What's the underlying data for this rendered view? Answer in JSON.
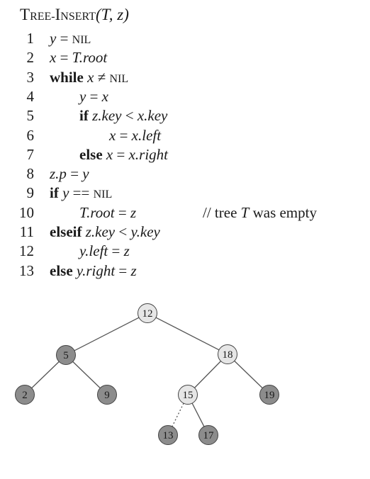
{
  "procedure": {
    "name_first": "T",
    "name_rest1": "REE-",
    "name_I": "I",
    "name_rest2": "NSERT",
    "params": "(T, z)"
  },
  "lines": [
    {
      "num": "1",
      "indent": 0,
      "tokens": [
        {
          "t": "y",
          "s": "it"
        },
        {
          "t": " = ",
          "s": "op"
        },
        {
          "t": "NIL",
          "s": "sc"
        }
      ]
    },
    {
      "num": "2",
      "indent": 0,
      "tokens": [
        {
          "t": "x",
          "s": "it"
        },
        {
          "t": " = ",
          "s": "op"
        },
        {
          "t": "T.root",
          "s": "it"
        }
      ]
    },
    {
      "num": "3",
      "indent": 0,
      "tokens": [
        {
          "t": "while ",
          "s": "kw"
        },
        {
          "t": "x",
          "s": "it"
        },
        {
          "t": " ≠ ",
          "s": "op"
        },
        {
          "t": "NIL",
          "s": "sc"
        }
      ]
    },
    {
      "num": "4",
      "indent": 1,
      "tokens": [
        {
          "t": "y",
          "s": "it"
        },
        {
          "t": " = ",
          "s": "op"
        },
        {
          "t": "x",
          "s": "it"
        }
      ]
    },
    {
      "num": "5",
      "indent": 1,
      "tokens": [
        {
          "t": "if ",
          "s": "kw"
        },
        {
          "t": "z.key",
          "s": "it"
        },
        {
          "t": " < ",
          "s": "op"
        },
        {
          "t": "x.key",
          "s": "it"
        }
      ]
    },
    {
      "num": "6",
      "indent": 2,
      "tokens": [
        {
          "t": "x",
          "s": "it"
        },
        {
          "t": " = ",
          "s": "op"
        },
        {
          "t": "x.left",
          "s": "it"
        }
      ]
    },
    {
      "num": "7",
      "indent": 1,
      "tokens": [
        {
          "t": "else ",
          "s": "kw"
        },
        {
          "t": "x",
          "s": "it"
        },
        {
          "t": " = ",
          "s": "op"
        },
        {
          "t": "x.right",
          "s": "it"
        }
      ]
    },
    {
      "num": "8",
      "indent": 0,
      "tokens": [
        {
          "t": "z.p",
          "s": "it"
        },
        {
          "t": " = ",
          "s": "op"
        },
        {
          "t": "y",
          "s": "it"
        }
      ]
    },
    {
      "num": "9",
      "indent": 0,
      "tokens": [
        {
          "t": "if ",
          "s": "kw"
        },
        {
          "t": "y",
          "s": "it"
        },
        {
          "t": " == ",
          "s": "op"
        },
        {
          "t": "NIL",
          "s": "sc"
        }
      ]
    },
    {
      "num": "10",
      "indent": 1,
      "tokens": [
        {
          "t": "T.root",
          "s": "it"
        },
        {
          "t": " = ",
          "s": "op"
        },
        {
          "t": "z",
          "s": "it"
        }
      ],
      "comment": {
        "prefix": "// tree ",
        "var": "T",
        "suffix": " was empty"
      }
    },
    {
      "num": "11",
      "indent": 0,
      "tokens": [
        {
          "t": "elseif ",
          "s": "kw"
        },
        {
          "t": "z.key",
          "s": "it"
        },
        {
          "t": " < ",
          "s": "op"
        },
        {
          "t": "y.key",
          "s": "it"
        }
      ]
    },
    {
      "num": "12",
      "indent": 1,
      "tokens": [
        {
          "t": "y.left",
          "s": "it"
        },
        {
          "t": " = ",
          "s": "op"
        },
        {
          "t": "z",
          "s": "it"
        }
      ]
    },
    {
      "num": "13",
      "indent": 0,
      "tokens": [
        {
          "t": "else ",
          "s": "kw"
        },
        {
          "t": "y.right",
          "s": "it"
        },
        {
          "t": " = ",
          "s": "op"
        },
        {
          "t": "z",
          "s": "it"
        }
      ]
    }
  ],
  "tree": {
    "colors": {
      "dark_node": "#8c8c8c",
      "light_node": "#e6e6e6",
      "edge": "#555555"
    },
    "nodes": [
      {
        "key": "12",
        "shade": "light"
      },
      {
        "key": "5",
        "shade": "dark"
      },
      {
        "key": "18",
        "shade": "light"
      },
      {
        "key": "2",
        "shade": "dark"
      },
      {
        "key": "9",
        "shade": "dark"
      },
      {
        "key": "15",
        "shade": "light"
      },
      {
        "key": "19",
        "shade": "dark"
      },
      {
        "key": "13",
        "shade": "dark"
      },
      {
        "key": "17",
        "shade": "dark"
      }
    ],
    "edges": [
      {
        "from": "12",
        "to": "5",
        "style": "solid"
      },
      {
        "from": "12",
        "to": "18",
        "style": "solid"
      },
      {
        "from": "5",
        "to": "2",
        "style": "solid"
      },
      {
        "from": "5",
        "to": "9",
        "style": "solid"
      },
      {
        "from": "18",
        "to": "15",
        "style": "solid"
      },
      {
        "from": "18",
        "to": "19",
        "style": "solid"
      },
      {
        "from": "15",
        "to": "13",
        "style": "dashed"
      },
      {
        "from": "15",
        "to": "17",
        "style": "solid"
      }
    ]
  }
}
